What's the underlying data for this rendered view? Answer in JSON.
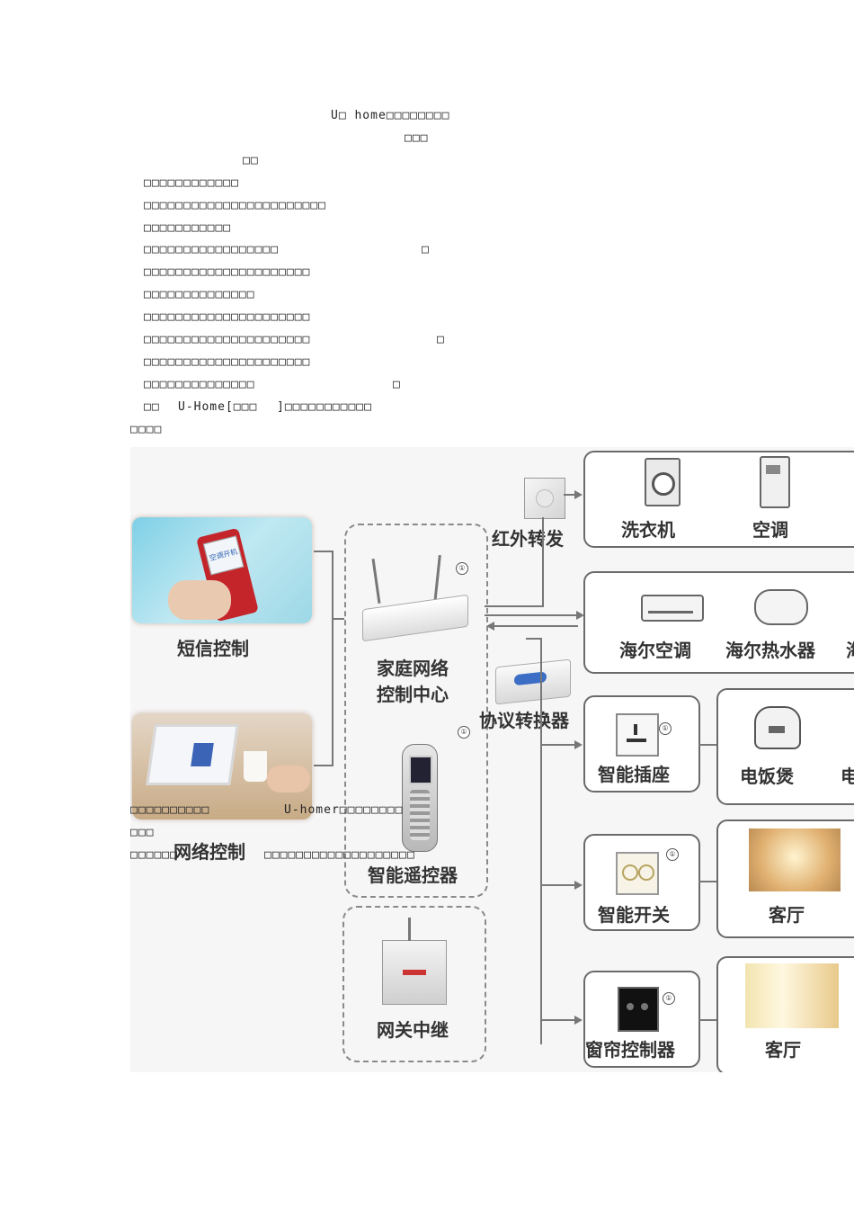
{
  "document": {
    "title": "U□ home□□□□□□□□",
    "subtitle": "□□□",
    "section": "□□",
    "lines": [
      "□□□□□□□□□□□□",
      "□□□□□□□□□□□□□□□□□□□□□□□",
      "□□□□□□□□□□□",
      "□□□□□□□□□□□□□□□□□",
      "□□□□□□□□□□□□□□□□□□□□□",
      "□□□□□□□□□□□□□□",
      "□□□□□□□□□□□□□□□□□□□□□",
      "□□□□□□□□□□□□□□□□□□□□□",
      "□□□□□□□□□□□□□□□□□□□□□",
      "□□□□□□□□□□□□□□"
    ],
    "trail_marks": [
      "□",
      "□",
      "□"
    ],
    "line_uhome_a": "□□",
    "line_uhome_b": "U-Home[□□□",
    "line_uhome_c": "]□□□□□□□□□□□",
    "line_end": "□□□□",
    "overlay1_a": "□□□□□□□□□□",
    "overlay1_b": "U-homer□□□□□□□□",
    "overlay2": "□□□",
    "overlay3_a": "□□□□□□",
    "overlay3_b": "□□□□□□□□□□□□□□□□□□□"
  },
  "diagram": {
    "sms_control": "短信控制",
    "web_control": "网络控制",
    "network_center": "家庭网络\n控制中心",
    "smart_remote": "智能遥控器",
    "gateway_relay": "网关中继",
    "ir_forward": "红外转发",
    "protocol_converter": "协议转换器",
    "washer": "洗衣机",
    "aircon": "空调",
    "haier_aircon": "海尔空调",
    "haier_heater": "海尔热水器",
    "haier_extra": "海",
    "smart_socket": "智能插座",
    "rice_cooker": "电饭煲",
    "rice_extra": "电",
    "smart_switch": "智能开关",
    "living_room_1": "客厅",
    "curtain_ctrl": "窗帘控制器",
    "living_room_2": "客厅",
    "phone_screen_text": "空调开机",
    "badge_text": "①"
  }
}
